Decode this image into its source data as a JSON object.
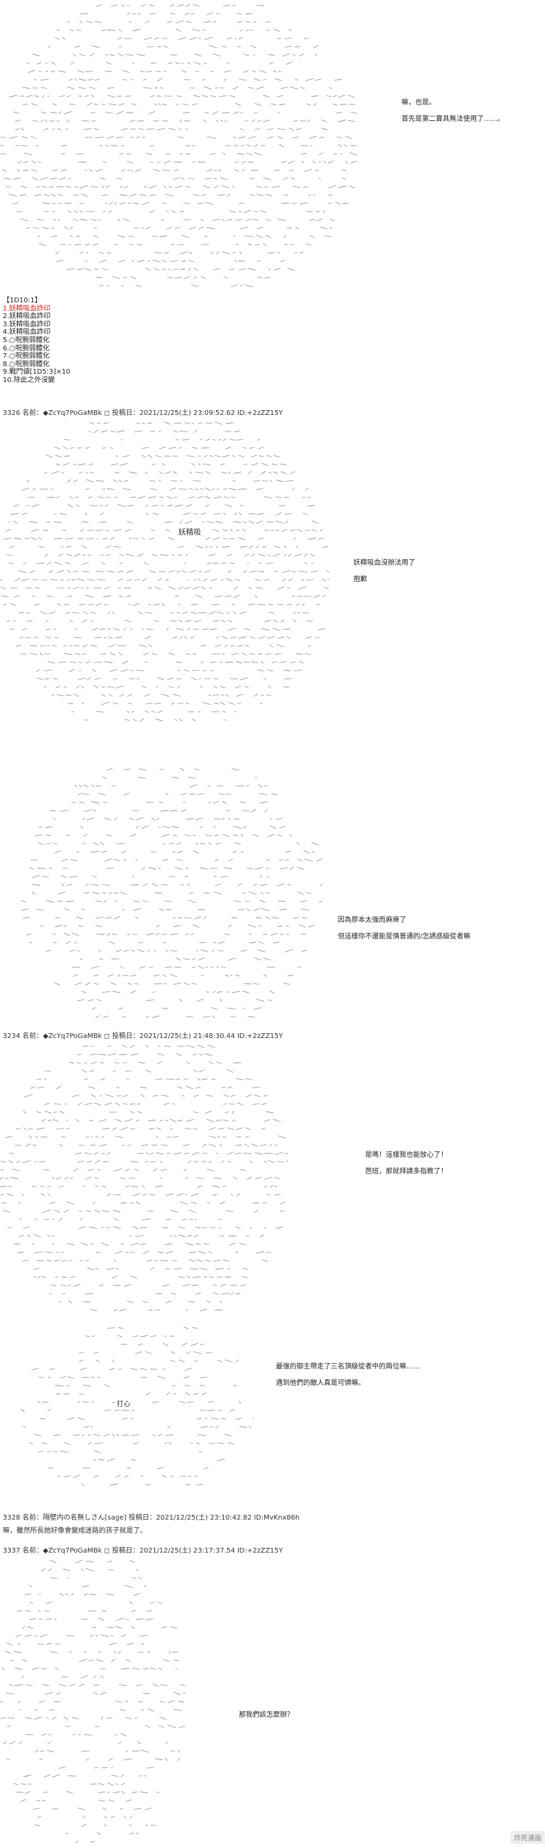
{
  "panels": [
    {
      "dialog": [
        "嘛，也是。",
        "首先是第二寶具無法使用了……。"
      ]
    },
    {
      "roll_list": [
        {
          "text": "【1D10:1】",
          "highlight": false
        },
        {
          "text": "1.妖精吸血詐印",
          "highlight": true
        },
        {
          "text": "2.妖精吸血詐印",
          "highlight": false
        },
        {
          "text": "3.妖精吸血詐印",
          "highlight": false
        },
        {
          "text": "4.妖精吸血詐印",
          "highlight": false
        },
        {
          "text": "5.○呪腕弱體化",
          "highlight": false
        },
        {
          "text": "6.○呪腕弱體化",
          "highlight": false
        },
        {
          "text": "7.○呪腕弱體化",
          "highlight": false
        },
        {
          "text": "8.○呪腕弱體化",
          "highlight": false
        },
        {
          "text": "9.戰鬥値[1D5:3]×10",
          "highlight": false
        },
        {
          "text": "10.除此之外沒變",
          "highlight": false
        }
      ],
      "header": "3326 名前：◆ZcYq7PoGaMBk ◻ 投稿日：2021/12/25(土) 23:09:52.62 ID:+2zZZ15Y",
      "art_label": "妖精吸",
      "dialog": [
        "妖精吸血沒辦法用了",
        "抱歉"
      ]
    },
    {
      "header": "3326 名前：◆ZcYq7PoGaMBk ◻ 投稿日：2021/12/25(土) 23:09:52.62 ID:+2zZZ15Y",
      "dialog": [
        "因為原本太強而麻痺了",
        "但這樣你不還能是憤普通的/怎誘惑級從者嘛"
      ]
    },
    {
      "header": "3234 名前：◆ZcYq7PoGaMBk ◻ 投稿日：2021/12/25(土) 21:48:30.44 ID:+2zZZ15Y",
      "dialog": [
        "是嗎！這樣我也能放心了！",
        "芭班，那就拜請多指教了！"
      ]
    },
    {
      "art_label": "打心",
      "dialog": [
        "最強的御主帶走了三名頂級從者中的兩位嘛……",
        "遇到他們的敵人真是可憐嘛。"
      ]
    },
    {
      "header": "3328 名前：隔壁内の名無しさん[sage] 投稿日：2021/12/25(土) 23:10:42.82 ID:MvKnx86h",
      "body": "嘛，雖然所長她好像會變成迷路的孩子就是了。"
    },
    {
      "header": "3337 名前：◆ZcYq7PoGaMBk ◻ 投稿日：2021/12/25(土) 23:17:37.54 ID:+2zZZ15Y",
      "dialog": [
        "那我們該怎麼辦？"
      ]
    }
  ],
  "watermark": "炸死漫画",
  "colors": {
    "highlight": "#d02020",
    "art_stroke": "#8a8a8a"
  }
}
